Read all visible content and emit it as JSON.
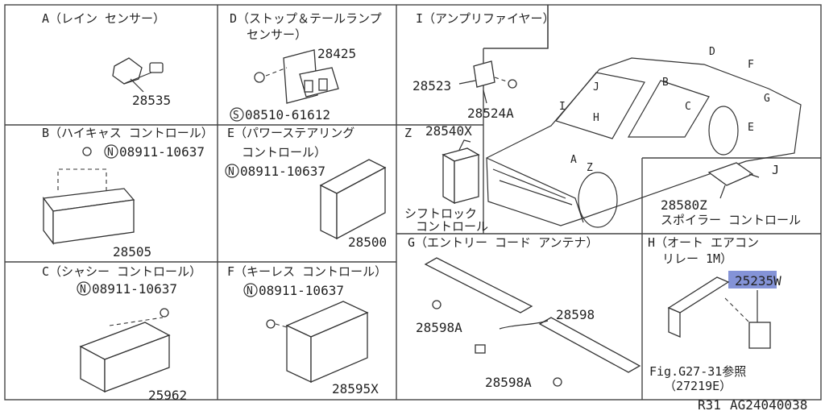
{
  "sections": {
    "A": {
      "title": "A（レイン センサー）",
      "part": "28535"
    },
    "B": {
      "title": "B（ハイキャス コントロール）",
      "bolt": "08911-10637",
      "bolt_prefix": "N",
      "part": "28505"
    },
    "C": {
      "title": "C（シャシー コントロール）",
      "bolt": "08911-10637",
      "bolt_prefix": "N",
      "part": "25962"
    },
    "D": {
      "title_line1": "D（ストップ＆テールランプ",
      "title_line2": "センサー）",
      "part": "28425",
      "screw": "08510-61612",
      "screw_prefix": "S"
    },
    "E": {
      "title_line1": "E（パワーステアリング",
      "title_line2": "コントロール）",
      "bolt": "08911-10637",
      "bolt_prefix": "N",
      "part": "28500"
    },
    "F": {
      "title": "F（キーレス コントロール）",
      "bolt": "08911-10637",
      "bolt_prefix": "N",
      "part": "28595X"
    },
    "I": {
      "title": "I（アンプリファイヤー）",
      "part1": "28523",
      "part2": "28524A"
    },
    "Z": {
      "letter": "Z",
      "part": "28540X",
      "caption_line1": "シフトロック",
      "caption_line2": "コントロール"
    },
    "G": {
      "title": "G（エントリー コード アンテナ）",
      "part": "28598",
      "screw1": "28598A",
      "screw2": "28598A"
    },
    "H": {
      "title_line1": "H（オート エアコン",
      "title_line2": "リレー 1M）",
      "part": "25235W",
      "ref_line1": "Fig.G27-31参照",
      "ref_line2": "（27219E）"
    },
    "J": {
      "letter": "J",
      "part": "28580Z",
      "caption": "スポイラー コントロール"
    }
  },
  "car_callouts": [
    "A",
    "B",
    "C",
    "D",
    "E",
    "F",
    "G",
    "H",
    "I",
    "J",
    "Z"
  ],
  "footer": {
    "model": "R31",
    "code": "AG24040038"
  },
  "highlight_color": "#5b6fc9"
}
